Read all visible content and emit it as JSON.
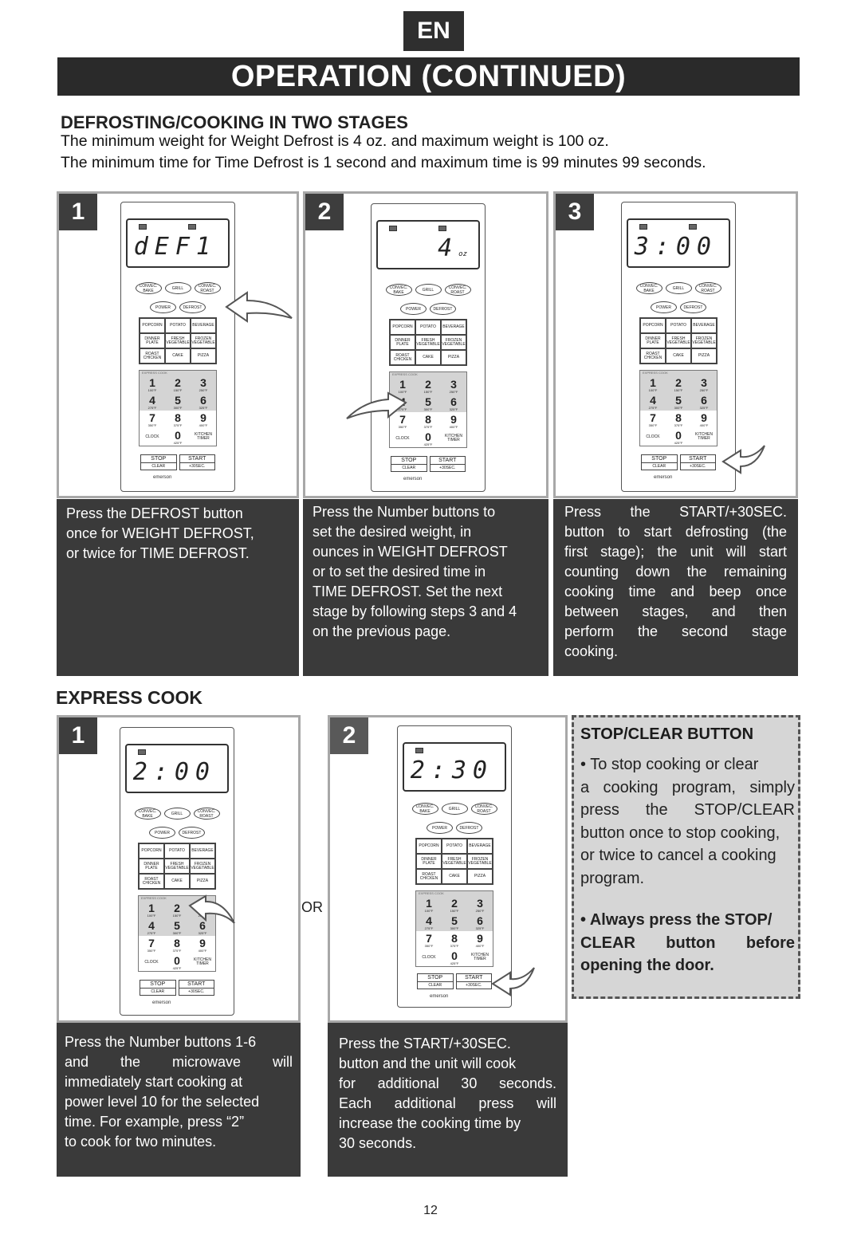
{
  "badge": "EN",
  "title": "OPERATION (CONTINUED)",
  "defrost": {
    "heading": "DEFROSTING/COOKING IN TWO STAGES",
    "line1": "The minimum weight for Weight Defrost is 4 oz. and maximum weight is 100 oz.",
    "line2": "The minimum time for Time Defrost is 1 second and maximum time is 99 minutes 99 seconds.",
    "steps": [
      {
        "num": "1",
        "display": "dEF1",
        "display_unit": "",
        "caption": [
          "Press the DEFROST button",
          "once for WEIGHT DEFROST,",
          "or twice for TIME DEFROST."
        ]
      },
      {
        "num": "2",
        "display": "4",
        "display_unit": "oz",
        "caption": [
          "Press the Number buttons to",
          "set the desired weight, in",
          "ounces in WEIGHT DEFROST",
          "or to set the desired time in",
          "TIME DEFROST. Set the next",
          "stage by following steps 3 and 4",
          "on the previous page."
        ]
      },
      {
        "num": "3",
        "display": "3:00",
        "display_unit": "",
        "caption": [
          "Press the START/+30SEC.",
          "button to start defrosting (the",
          "first stage); the unit will start",
          "counting down the remaining",
          "cooking time and beep once",
          "between stages, and then",
          "perform the second stage",
          "cooking."
        ]
      }
    ]
  },
  "express": {
    "heading": "EXPRESS COOK",
    "or": "OR",
    "steps": [
      {
        "num": "1",
        "display": "2:00",
        "caption": [
          "Press the Number buttons 1-6",
          "and the microwave will",
          "immediately start cooking at",
          "power level 10 for the selected",
          "time. For example, press “2”",
          "to cook for two minutes."
        ]
      },
      {
        "num": "2",
        "display": "2:30",
        "caption": [
          "Press the START/+30SEC.",
          "button and the unit will cook",
          "for additional 30 seconds.",
          "Each additional press will",
          "increase the cooking time by",
          "30 seconds."
        ]
      }
    ]
  },
  "tip": {
    "heading": "STOP/CLEAR BUTTON",
    "bullet1": [
      "• To stop cooking or clear",
      "a cooking program, simply",
      "press the STOP/CLEAR",
      "button once to stop cooking,",
      "or twice to cancel a cooking",
      "program."
    ],
    "bullet2": [
      "• Always press the STOP/",
      "CLEAR button before",
      "opening the door."
    ]
  },
  "panel": {
    "ovals1": [
      "CONVEC. BAKE",
      "GRILL",
      "CONVEC. ROAST"
    ],
    "ovals2": [
      "POWER",
      "DEFROST"
    ],
    "keys": [
      "POPCORN",
      "POTATO",
      "BEVERAGE",
      "DINNER PLATE",
      "FRESH VEGETABLE",
      "FROZEN VEGETABLE",
      "ROAST CHICKEN",
      "CAKE",
      "PIZZA"
    ],
    "express_label": "EXPRESS COOK",
    "nums": [
      {
        "n": "1",
        "t": "100°F"
      },
      {
        "n": "2",
        "t": "150°F"
      },
      {
        "n": "3",
        "t": "250°F"
      },
      {
        "n": "4",
        "t": "275°F"
      },
      {
        "n": "5",
        "t": "300°F"
      },
      {
        "n": "6",
        "t": "325°F"
      },
      {
        "n": "7",
        "t": "350°F"
      },
      {
        "n": "8",
        "t": "375°F"
      },
      {
        "n": "9",
        "t": "400°F"
      }
    ],
    "clock": "CLOCK",
    "zero": {
      "n": "0",
      "t": "425°F"
    },
    "timer": "KITCHEN TIMER",
    "stop": "STOP",
    "clear": "CLEAR",
    "start": "START",
    "plus30": "+30SEC.",
    "logo": "emerson"
  },
  "page_number": "12"
}
